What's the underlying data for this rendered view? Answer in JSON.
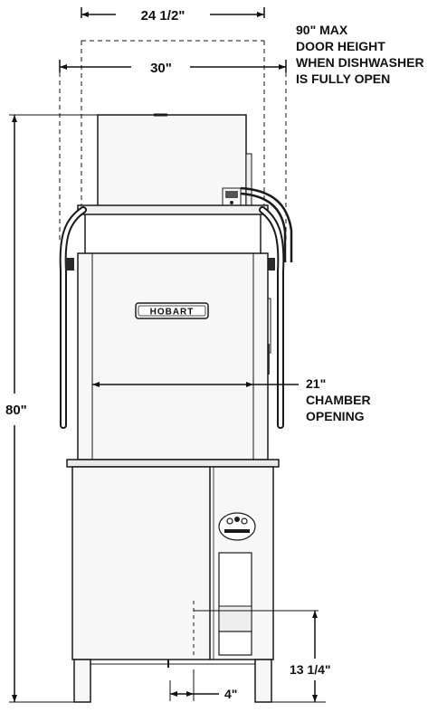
{
  "dimensions": {
    "top_width": "24 1/2\"",
    "overall_width": "30\"",
    "door_height": [
      "90\" MAX",
      "DOOR HEIGHT",
      "WHEN DISHWASHER",
      "IS FULLY OPEN"
    ],
    "overall_height": "80\"",
    "chamber": [
      "21\"",
      "CHAMBER",
      "OPENING"
    ],
    "drain_height": "13 1/4\"",
    "drain_offset": "4\""
  },
  "logo_text": "HOBART",
  "colors": {
    "line": "#1a1a1a",
    "body_fill": "#f7f7f7",
    "shade": "#d9d9d9"
  }
}
